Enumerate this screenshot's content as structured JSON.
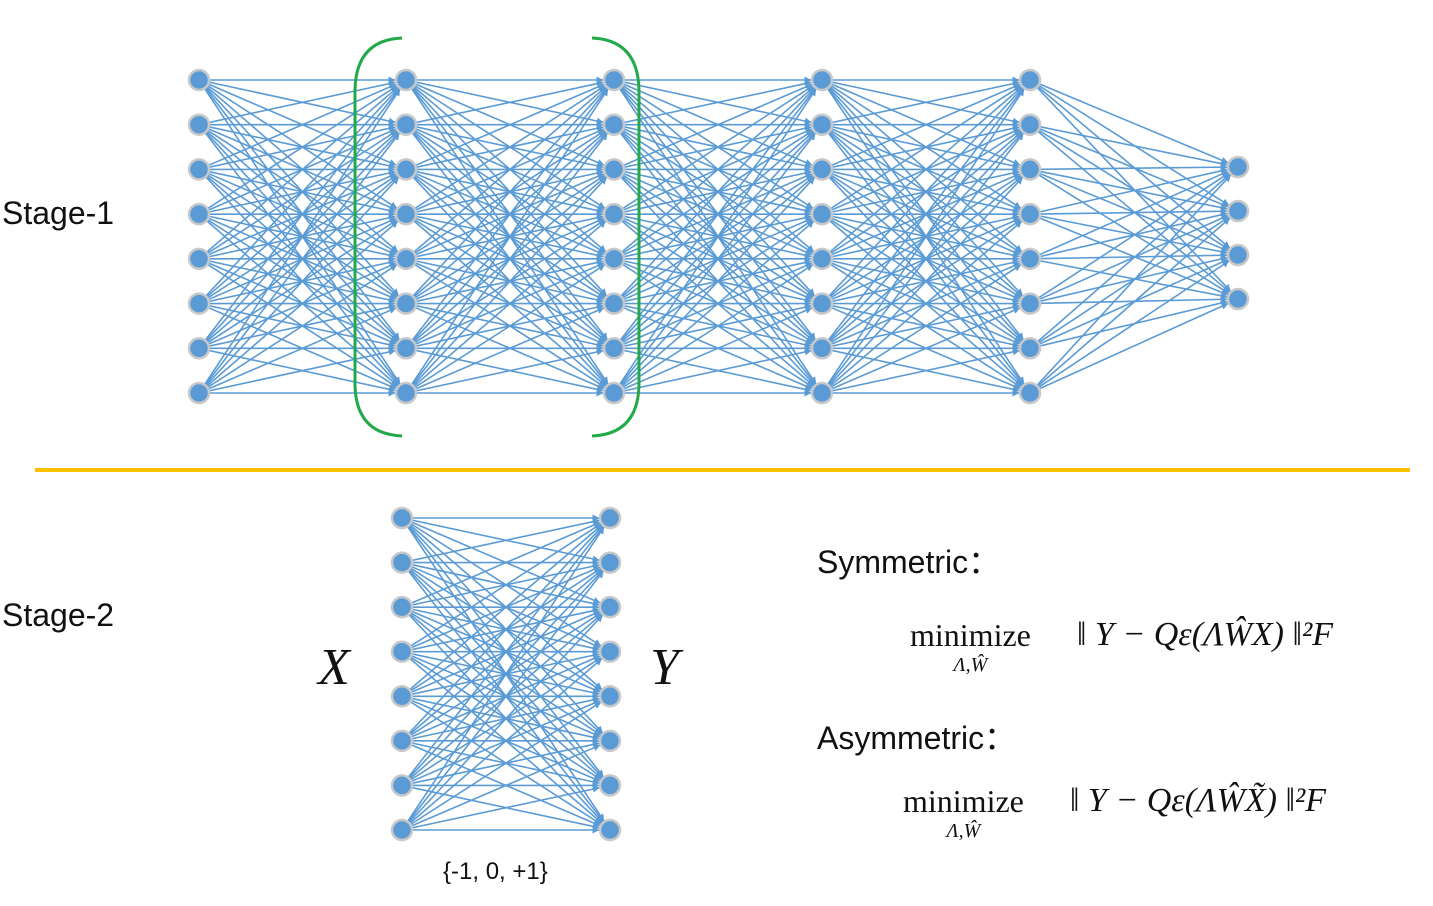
{
  "stage1": {
    "label": "Stage-1",
    "layer_sizes": [
      8,
      8,
      8,
      8,
      8,
      4
    ]
  },
  "stage2": {
    "label": "Stage-2",
    "layer_sizes": [
      8,
      8
    ],
    "input_label": "X",
    "output_label": "Y",
    "weight_values_label": "{-1, 0, +1}"
  },
  "formulas": {
    "symmetric_heading": "Symmetric：",
    "symmetric_operator": "minimize",
    "symmetric_subscript": "Λ,Ŵ",
    "symmetric_expression": "‖ Y − Qε(ΛŴX) ‖²F",
    "asymmetric_heading": "Asymmetric：",
    "asymmetric_operator": "minimize",
    "asymmetric_subscript": "Λ,Ŵ",
    "asymmetric_expression": "‖ Y − Qε(ΛŴX̃) ‖²F"
  },
  "colors": {
    "node": "#5b9bd5",
    "node_border": "#c8c8c8",
    "edge": "#5b9bd5",
    "bracket": "#22a94a",
    "divider": "#ffc000"
  }
}
